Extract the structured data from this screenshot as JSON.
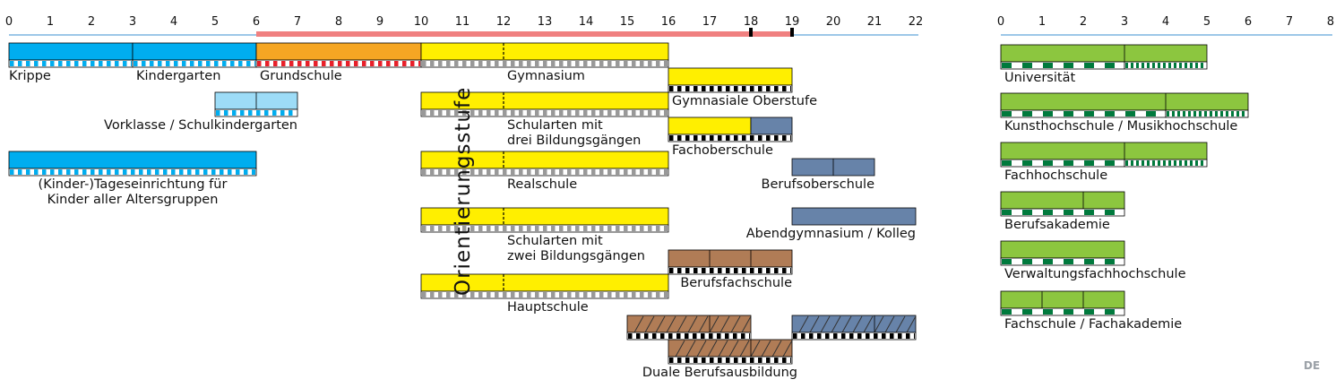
{
  "colors": {
    "blue": "#00adef",
    "light_blue": "#9ddcf7",
    "orange": "#f5a623",
    "yellow": "#ffef00",
    "steel": "#6783a9",
    "brown": "#b07c56",
    "green": "#8cc63f",
    "dark_green": "#007a3d",
    "salmon": "#f08080",
    "axis_blue": "#3b8fd0"
  },
  "axis_main": {
    "ticks": [
      "0",
      "1",
      "2",
      "3",
      "4",
      "5",
      "6",
      "7",
      "8",
      "9",
      "10",
      "11",
      "12",
      "13",
      "14",
      "15",
      "16",
      "17",
      "18",
      "19",
      "20",
      "21",
      "22"
    ]
  },
  "axis_tertiary": {
    "ticks": [
      "0",
      "1",
      "2",
      "3",
      "4",
      "5",
      "6",
      "7",
      "8"
    ]
  },
  "compulsory_span": {
    "start": 6,
    "end": 19,
    "markers": [
      18,
      19
    ]
  },
  "vertical_label": "Orientierungsstufe",
  "country_code": "DE",
  "programs": [
    {
      "id": "krippe",
      "start": 0,
      "end": 3,
      "color": "blue",
      "row": 0,
      "label": "Krippe",
      "pattern": "blue"
    },
    {
      "id": "kindergarten",
      "start": 3,
      "end": 6,
      "color": "blue",
      "row": 0,
      "label": "Kindergarten",
      "pattern": "blue"
    },
    {
      "id": "grundschule",
      "start": 6,
      "end": 10,
      "color": "orange",
      "row": 0,
      "label": "Grundschule",
      "pattern": "red"
    },
    {
      "id": "gymnasium",
      "start": 10,
      "end": 16,
      "color": "yellow",
      "row": 0,
      "label": "Gymnasium",
      "pattern": "grey",
      "dashed_at": 12
    },
    {
      "id": "gym_oberstufe",
      "start": 16,
      "end": 19,
      "color": "yellow",
      "row": 1,
      "label": "Gymnasiale Oberstufe",
      "pattern": "black"
    },
    {
      "id": "vorklasse",
      "start": 5,
      "end": 7,
      "color": "light_blue",
      "row": 2,
      "label": "Vorklasse / Schulkindergarten",
      "pattern": "blue",
      "divider": 6
    },
    {
      "id": "drei_bildungsgaenge",
      "start": 10,
      "end": 16,
      "color": "yellow",
      "row": 2,
      "label_lines": [
        "Schularten mit",
        "drei Bildungsgängen"
      ],
      "pattern": "grey",
      "dashed_at": 12
    },
    {
      "id": "fachoberschule",
      "start": 16,
      "end": 19,
      "color": "yellow",
      "row": 3,
      "label": "Fachoberschule",
      "pattern": "black",
      "split": {
        "at": 18,
        "color": "steel"
      }
    },
    {
      "id": "kita",
      "start": 0,
      "end": 6,
      "color": "blue",
      "row": 4,
      "label_lines": [
        "(Kinder-)Tageseinrichtung für",
        "Kinder aller Altersgruppen"
      ],
      "pattern": "blue"
    },
    {
      "id": "realschule",
      "start": 10,
      "end": 16,
      "color": "yellow",
      "row": 4,
      "label": "Realschule",
      "pattern": "grey",
      "dashed_at": 12
    },
    {
      "id": "berufsoberschule",
      "start": 19,
      "end": 21,
      "color": "steel",
      "row": 5,
      "label": "Berufsoberschule",
      "pattern": "none",
      "divider": 20
    },
    {
      "id": "zwei_bildungsgaenge",
      "start": 10,
      "end": 16,
      "color": "yellow",
      "row": 6,
      "label_lines": [
        "Schularten mit",
        "zwei Bildungsgängen"
      ],
      "pattern": "grey",
      "dashed_at": 12
    },
    {
      "id": "abendgymnasium",
      "start": 19,
      "end": 22,
      "color": "steel",
      "row": 6,
      "label": "Abendgymnasium / Kolleg",
      "pattern": "none"
    },
    {
      "id": "berufsfachschule",
      "start": 16,
      "end": 19,
      "color": "brown",
      "row": 7,
      "label": "Berufsfachschule",
      "pattern": "black",
      "dividers": [
        17,
        18
      ]
    },
    {
      "id": "hauptschule",
      "start": 10,
      "end": 16,
      "color": "yellow",
      "row": 8,
      "label": "Hauptschule",
      "pattern": "grey",
      "dashed_at": 12
    },
    {
      "id": "duale1",
      "start": 15,
      "end": 18,
      "color": "brown",
      "row": 9,
      "pattern": "black",
      "hatched": true,
      "dividers": [
        17
      ]
    },
    {
      "id": "duale_right",
      "start": 19,
      "end": 22,
      "color": "steel",
      "row": 9,
      "pattern": "black_white",
      "hatched": true,
      "dividers": [
        21
      ]
    },
    {
      "id": "duale2",
      "start": 16,
      "end": 19,
      "color": "brown",
      "row": 10,
      "label": "Duale Berufsausbildung",
      "pattern": "black",
      "hatched": true,
      "dividers": [
        18
      ]
    }
  ],
  "tertiary": [
    {
      "id": "universitaet",
      "label": "Universität",
      "end": 5,
      "dividers": [
        3
      ],
      "fine_from": 3
    },
    {
      "id": "kunsthochschule",
      "label": "Kunsthochschule  / Musikhochschule",
      "end": 6,
      "dividers": [
        4
      ],
      "fine_from": 4
    },
    {
      "id": "fachhochschule",
      "label": "Fachhochschule",
      "end": 5,
      "dividers": [
        3
      ],
      "fine_from": 3
    },
    {
      "id": "berufsakademie",
      "label": "Berufsakademie",
      "end": 3,
      "dividers": [
        2
      ]
    },
    {
      "id": "verwaltungsfh",
      "label": "Verwaltungsfachhochschule",
      "end": 3,
      "dividers": []
    },
    {
      "id": "fachschule",
      "label": "Fachschule / Fachakademie",
      "end": 3,
      "dividers": [
        1,
        2
      ]
    }
  ]
}
